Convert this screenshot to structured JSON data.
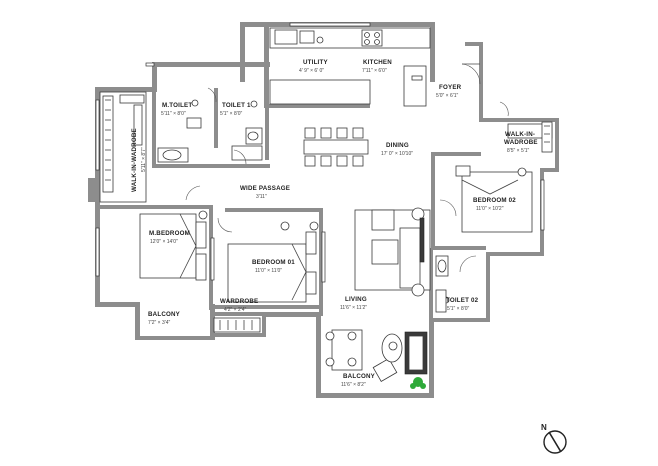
{
  "rooms": {
    "utility": {
      "name": "UTILITY",
      "dim": "4' 9\" × 6' 0\""
    },
    "kitchen": {
      "name": "KITCHEN",
      "dim": "7'11\" × 6'0\""
    },
    "foyer": {
      "name": "FOYER",
      "dim": "5'0\" × 6'1\""
    },
    "m_toilet": {
      "name": "M.TOILET",
      "dim": "5'11\" × 8'0\""
    },
    "toilet_1": {
      "name": "TOILET 1",
      "dim": "5'1\" × 8'0\""
    },
    "walk_in_left": {
      "name": "WALK-IN-WADROBE",
      "dim": "5'11\" × 8'7\""
    },
    "dining": {
      "name": "DINING",
      "dim": "17' 0\" × 10'10\""
    },
    "walk_in_right": {
      "name_line1": "WALK-IN-",
      "name_line2": "WADROBE",
      "dim": "8'5\" × 5'1\""
    },
    "wide_passage": {
      "name": "WIDE PASSAGE",
      "dim": "3'11\""
    },
    "bedroom_02": {
      "name": "BEDROOM 02",
      "dim": "11'0\" × 10'2\""
    },
    "m_bedroom": {
      "name": "M.BEDROOM",
      "dim": "12'0\" × 14'0\""
    },
    "bedroom_01": {
      "name": "BEDROOM 01",
      "dim": "11'0\" × 11'0\""
    },
    "living": {
      "name": "LIVING",
      "dim": "11'6\" × 11'2\""
    },
    "toilet_02": {
      "name": "TOILET 02",
      "dim": "5'1\" × 8'0\""
    },
    "wardrobe": {
      "name": "WARDROBE",
      "dim": "4'2\" × 2'4\""
    },
    "balcony_small": {
      "name": "BALCONY",
      "dim": "7'2\" × 3'4\""
    },
    "balcony_large": {
      "name": "BALCONY",
      "dim": "11'6\" × 8'2\""
    }
  },
  "compass": {
    "label": "N"
  },
  "colors": {
    "walls": "#8d8d8d",
    "plant": "#2faa3a",
    "ink": "#222222"
  }
}
